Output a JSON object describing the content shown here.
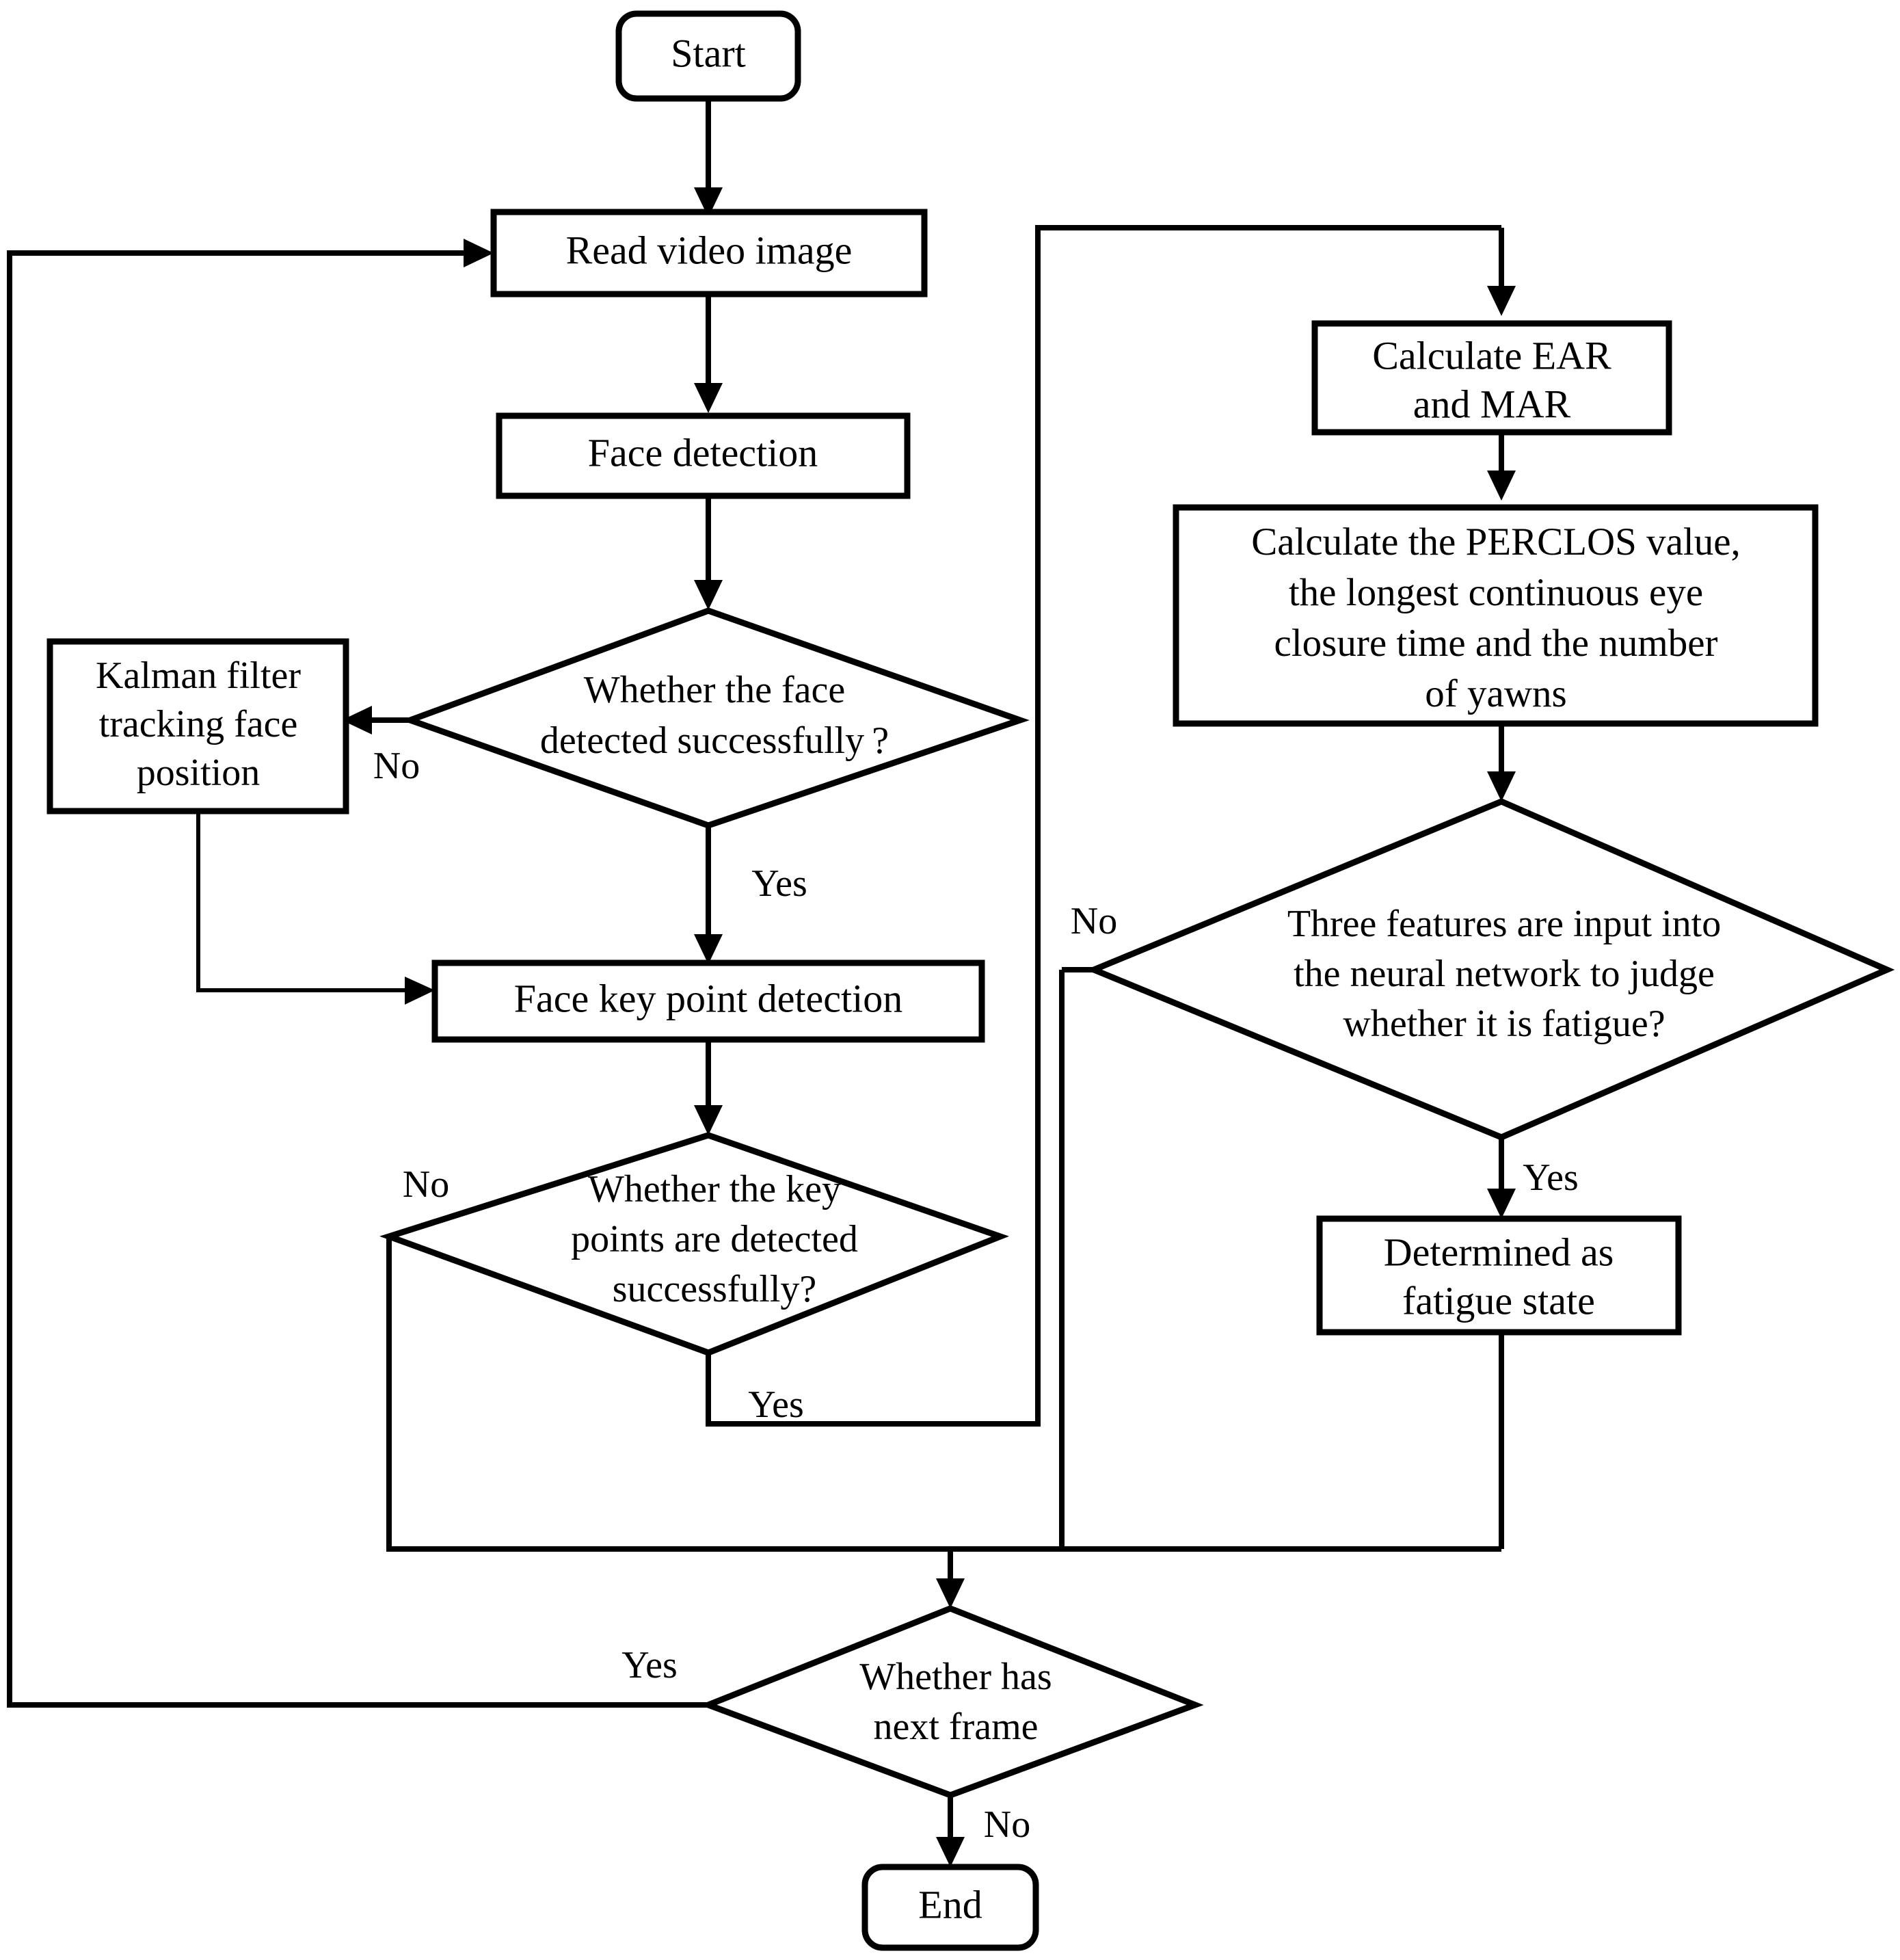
{
  "chart_data": {
    "type": "flowchart",
    "title": "",
    "colors": {
      "stroke": "#000000",
      "fill": "#ffffff",
      "background": "#ffffff"
    },
    "nodes": [
      {
        "id": "start",
        "shape": "terminator",
        "label": "Start"
      },
      {
        "id": "read",
        "shape": "process",
        "label": "Read video image"
      },
      {
        "id": "facedet",
        "shape": "process",
        "label": "Face detection"
      },
      {
        "id": "facechk",
        "shape": "decision",
        "label_lines": [
          "Whether the face",
          "detected successfully ?"
        ]
      },
      {
        "id": "kalman",
        "shape": "process",
        "label_lines": [
          "Kalman filter",
          "tracking face",
          "position"
        ]
      },
      {
        "id": "keypoint",
        "shape": "process",
        "label": "Face key point detection"
      },
      {
        "id": "keychk",
        "shape": "decision",
        "label_lines": [
          "Whether the key",
          "points are detected",
          "successfully?"
        ]
      },
      {
        "id": "earmar",
        "shape": "process",
        "label_lines": [
          "Calculate EAR",
          "and MAR"
        ]
      },
      {
        "id": "perclos",
        "shape": "process",
        "label_lines": [
          "Calculate the PERCLOS value,",
          "the longest continuous eye",
          "closure time and the number",
          "of yawns"
        ]
      },
      {
        "id": "nnchk",
        "shape": "decision",
        "label_lines": [
          "Three features are input into",
          "the neural network to judge",
          "whether it is fatigue?"
        ]
      },
      {
        "id": "fatigue",
        "shape": "process",
        "label_lines": [
          "Determined as",
          "fatigue state"
        ]
      },
      {
        "id": "nextframe",
        "shape": "decision",
        "label_lines": [
          "Whether has",
          "next frame"
        ]
      },
      {
        "id": "end",
        "shape": "terminator",
        "label": "End"
      }
    ],
    "edges": [
      {
        "from": "start",
        "to": "read",
        "label": ""
      },
      {
        "from": "read",
        "to": "facedet",
        "label": ""
      },
      {
        "from": "facedet",
        "to": "facechk",
        "label": ""
      },
      {
        "from": "facechk",
        "to": "kalman",
        "label": "No"
      },
      {
        "from": "facechk",
        "to": "keypoint",
        "label": "Yes"
      },
      {
        "from": "kalman",
        "to": "keypoint",
        "label": ""
      },
      {
        "from": "keypoint",
        "to": "keychk",
        "label": ""
      },
      {
        "from": "keychk",
        "to": "nextframe",
        "label": "No"
      },
      {
        "from": "keychk",
        "to": "earmar",
        "label": "Yes"
      },
      {
        "from": "earmar",
        "to": "perclos",
        "label": ""
      },
      {
        "from": "perclos",
        "to": "nnchk",
        "label": ""
      },
      {
        "from": "nnchk",
        "to": "fatigue",
        "label": "Yes"
      },
      {
        "from": "nnchk",
        "to": "nextframe",
        "label": "No"
      },
      {
        "from": "fatigue",
        "to": "nextframe",
        "label": ""
      },
      {
        "from": "nextframe",
        "to": "read",
        "label": "Yes"
      },
      {
        "from": "nextframe",
        "to": "end",
        "label": "No"
      }
    ],
    "edge_labels": [
      "No",
      "Yes",
      "No",
      "Yes",
      "No",
      "Yes",
      "Yes",
      "No"
    ]
  },
  "nodes": {
    "start": {
      "text": "Start"
    },
    "read": {
      "text": "Read video image"
    },
    "facedet": {
      "text": "Face detection"
    },
    "facechk": {
      "line1": "Whether the face",
      "line2": "detected successfully ?"
    },
    "kalman": {
      "line1": "Kalman filter",
      "line2": "tracking face",
      "line3": "position"
    },
    "keypoint": {
      "text": "Face key point detection"
    },
    "keychk": {
      "line1": "Whether the key",
      "line2": "points are detected",
      "line3": "successfully?"
    },
    "earmar": {
      "line1": "Calculate EAR",
      "line2": "and MAR"
    },
    "perclos": {
      "line1": "Calculate the PERCLOS value,",
      "line2": "the longest continuous eye",
      "line3": "closure time and the number",
      "line4": "of yawns"
    },
    "nnchk": {
      "line1": "Three features are input into",
      "line2": "the neural network to judge",
      "line3": "whether it is fatigue?"
    },
    "fatigue": {
      "line1": "Determined as",
      "line2": "fatigue state"
    },
    "nextframe": {
      "line1": "Whether has",
      "line2": "next frame"
    },
    "end": {
      "text": "End"
    }
  },
  "labels": {
    "face_no": "No",
    "face_yes": "Yes",
    "key_no": "No",
    "key_yes": "Yes",
    "nn_no": "No",
    "nn_yes": "Yes",
    "frame_yes": "Yes",
    "frame_no": "No"
  }
}
